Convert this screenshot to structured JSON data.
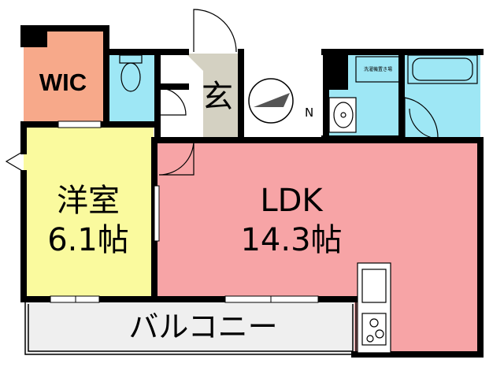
{
  "rooms": {
    "wic": {
      "label": "WIC",
      "color": "#f7a98a"
    },
    "western": {
      "label_line1": "洋室",
      "label_line2": "6.1帖",
      "color": "#fafa9e"
    },
    "entrance": {
      "label": "玄",
      "color": "#d4d1c2"
    },
    "ldk": {
      "label_line1": "LDK",
      "label_line2": "14.3帖",
      "color": "#f7a4a6"
    },
    "balcony": {
      "label": "バルコニー",
      "color": "#efefef"
    },
    "toilet": {
      "color": "#9ee7f5"
    },
    "washroom": {
      "color": "#9ee7f5"
    },
    "bathroom": {
      "color": "#9ee7f5"
    }
  },
  "fixtures": {
    "washer_label": "洗濯機置き場"
  },
  "compass": {
    "label": "N"
  },
  "colors": {
    "wall": "#000000",
    "background": "#ffffff"
  }
}
